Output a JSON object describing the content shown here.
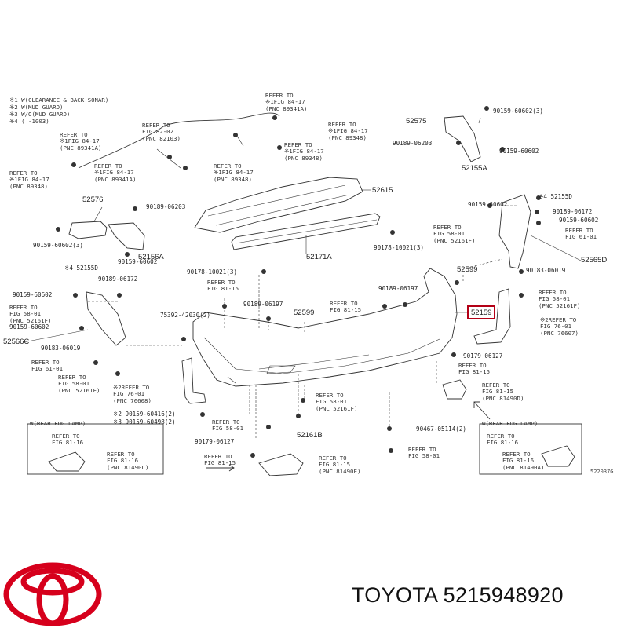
{
  "legend": [
    "※1 W(CLEARANCE & BACK SONAR)",
    "※2 W(MUD GUARD)",
    "※3 W/O(MUD GUARD)",
    "※4 (      -1003)"
  ],
  "labels": [
    {
      "id": "ref-89341a-top",
      "text": "REFER TO\n※1FIG 84-17\n(PNC 89341A)"
    },
    {
      "id": "ref-82103",
      "text": "REFER TO\nFIG 82-02\n(PNC 82103)"
    },
    {
      "id": "ref-89348-top",
      "text": "REFER TO\n※1FIG 84-17\n(PNC 89348)"
    },
    {
      "id": "ref-89341a-left",
      "text": "REFER TO\n※1FIG 84-17\n(PNC 89341A)"
    },
    {
      "id": "ref-89348-mid",
      "text": "REFER TO\n※1FIG 84-17\n(PNC 89348)"
    },
    {
      "id": "ref-89348-left",
      "text": "REFER TO\n※1FIG 84-17\n(PNC 89348)"
    },
    {
      "id": "ref-89341a-mid",
      "text": "REFER TO\n※1FIG 84-17\n(PNC 89341A)"
    },
    {
      "id": "ref-89348-center",
      "text": "REFER TO\n※1FIG 84-17\n(PNC 89348)"
    },
    {
      "id": "ref-81-15-a",
      "text": "REFER TO\nFIG 81-15"
    },
    {
      "id": "ref-81-15-b",
      "text": "REFER TO\nFIG 81-15"
    },
    {
      "id": "ref-52161f-left",
      "text": "REFER TO\nFIG 58-01\n(PNC 52161F)"
    },
    {
      "id": "ref-61-01-left",
      "text": "REFER TO\nFIG 61-01"
    },
    {
      "id": "ref-52161f-left2",
      "text": "REFER TO\nFIG 58-01\n(PNC 52161F)"
    },
    {
      "id": "ref-76608",
      "text": "※2REFER TO\nFIG 76-01\n(PNC 76608)"
    },
    {
      "id": "ref-52161f-center",
      "text": "REFER TO\nFIG 58-01\n(PNC 52161F)"
    },
    {
      "id": "ref-58-01-a",
      "text": "REFER TO\nFIG 58-01"
    },
    {
      "id": "ref-81-15-c",
      "text": "REFER TO\nFIG 81-15"
    },
    {
      "id": "ref-81490e",
      "text": "REFER TO\nFIG 81-15\n(PNC 81490E)"
    },
    {
      "id": "ref-58-01-b",
      "text": "REFER TO\nFIG 58-01"
    },
    {
      "id": "ref-81-15-d",
      "text": "REFER TO\nFIG 81-15"
    },
    {
      "id": "ref-81490d",
      "text": "REFER TO\nFIG 81-15\n(PNC 81490D)"
    },
    {
      "id": "ref-52161f-right",
      "text": "REFER TO\nFIG 58-01\n(PNC 52161F)"
    },
    {
      "id": "ref-61-01-right",
      "text": "REFER TO\nFIG 61-01"
    },
    {
      "id": "ref-52161f-right2",
      "text": "REFER TO\nFIG 58-01\n(PNC 52161F)"
    },
    {
      "id": "ref-76607",
      "text": "※2REFER TO\nFIG 76-01\n(PNC 76607)"
    },
    {
      "id": "fog-left-title",
      "text": "W(REAR FOG LAMP)"
    },
    {
      "id": "fog-left-ref1",
      "text": "REFER TO\nFIG 81-16"
    },
    {
      "id": "fog-left-ref2",
      "text": "REFER TO\nFIG 81-16\n(PNC 81490C)"
    },
    {
      "id": "fog-right-title",
      "text": "W(REAR FOG LAMP)"
    },
    {
      "id": "fog-right-ref1",
      "text": "REFER TO\nFIG 81-16"
    },
    {
      "id": "fog-right-ref2",
      "text": "REFER TO\nFIG 81-16\n(PNC 81490A)"
    }
  ],
  "part_numbers": [
    {
      "id": "p52575",
      "text": "52575"
    },
    {
      "id": "p90159-60602-3-top",
      "text": "90159-60602(3)"
    },
    {
      "id": "p90189-06203-top",
      "text": "90189-06203"
    },
    {
      "id": "p90159-60602-r",
      "text": "90159-60602"
    },
    {
      "id": "p52155a",
      "text": "52155A"
    },
    {
      "id": "p52615",
      "text": "52615"
    },
    {
      "id": "p52576",
      "text": "52576"
    },
    {
      "id": "p90189-06203-l",
      "text": "90189-06203"
    },
    {
      "id": "p90159-60602-3-l",
      "text": "90159-60602(3)"
    },
    {
      "id": "p52156a",
      "text": "52156A"
    },
    {
      "id": "p90159-60602-l2",
      "text": "90159-60602"
    },
    {
      "id": "p52171a",
      "text": "52171A"
    },
    {
      "id": "p90178-10021-3-r",
      "text": "90178-10021(3)"
    },
    {
      "id": "p90178-10021-3-c",
      "text": "90178-10021(3)"
    },
    {
      "id": "p52155d-r",
      "text": "※4 52155D"
    },
    {
      "id": "p90159-60602-r2",
      "text": "90159-60602"
    },
    {
      "id": "p90189-06172-r",
      "text": "90189-06172"
    },
    {
      "id": "p90159-60602-r3",
      "text": "90159-60602"
    },
    {
      "id": "p52565d",
      "text": "52565D"
    },
    {
      "id": "p90183-06019-r",
      "text": "90183-06019"
    },
    {
      "id": "p52155d-l",
      "text": "※4 52155D"
    },
    {
      "id": "p90159-60602-l3",
      "text": "90159-60602"
    },
    {
      "id": "p90189-06172-l",
      "text": "90189-06172"
    },
    {
      "id": "p90159-60602-l4",
      "text": "90159-60602"
    },
    {
      "id": "p52566c",
      "text": "52566C"
    },
    {
      "id": "p90183-06019-l",
      "text": "90183-06019"
    },
    {
      "id": "p90189-06197-c",
      "text": "90189-06197"
    },
    {
      "id": "p90189-06197-r",
      "text": "90189-06197"
    },
    {
      "id": "p52599-c",
      "text": "52599"
    },
    {
      "id": "p52599-r",
      "text": "52599"
    },
    {
      "id": "p52159",
      "text": "52159"
    },
    {
      "id": "p75392-42030",
      "text": "75392-42030(2)"
    },
    {
      "id": "p90179-06127-r",
      "text": "90179 06127"
    },
    {
      "id": "p90159-60416",
      "text": "※2 90159-60416(2)"
    },
    {
      "id": "p90159-60498",
      "text": "※3 90159-60498(2)"
    },
    {
      "id": "p52161b",
      "text": "52161B"
    },
    {
      "id": "p90467-05114",
      "text": "90467-05114(2)"
    },
    {
      "id": "p90179-06127-l",
      "text": "90179-06127"
    }
  ],
  "diagram_code": "522037G",
  "brand": {
    "title": "TOYOTA 5215948920",
    "logo_color": "#d6001c",
    "highlight_color": "#b30016"
  }
}
